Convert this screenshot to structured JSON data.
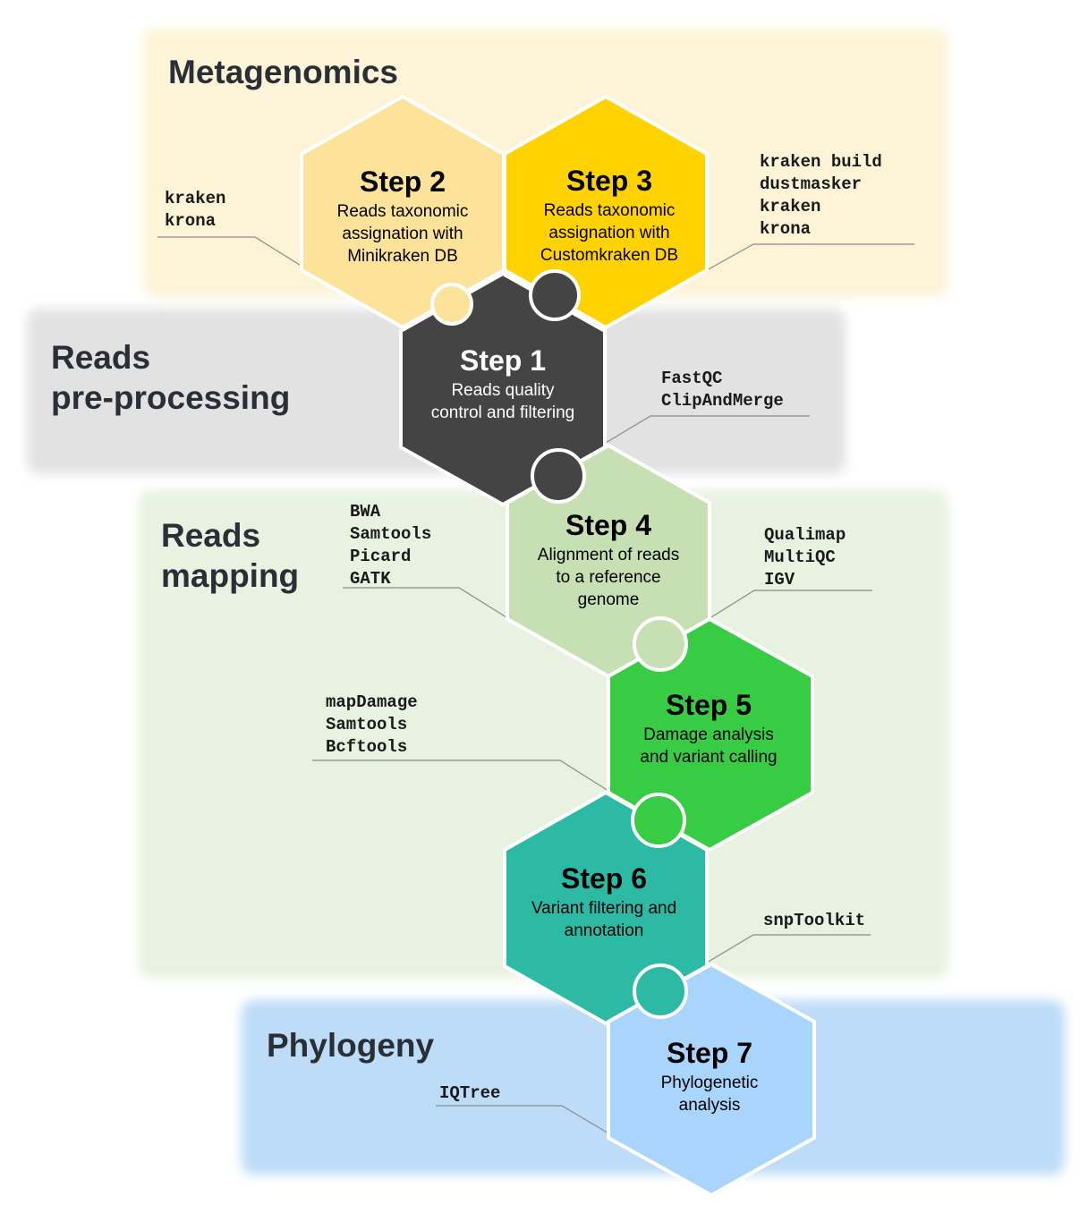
{
  "sections": {
    "metagenomics": "Metagenomics",
    "preprocessing": [
      "Reads",
      "pre-processing"
    ],
    "mapping": [
      "Reads",
      "mapping"
    ],
    "phylogeny": "Phylogeny"
  },
  "colors": {
    "metagenomics_bg": "#fdf3d6",
    "preprocessing_bg": "#e2e2e2",
    "mapping_bg": "#e7f2e0",
    "phylogeny_bg": "#bcdcf8",
    "step1": "#444444",
    "step2": "#fde39a",
    "step3": "#ffd200",
    "step4": "#c6e0b4",
    "step5": "#38cc44",
    "step6": "#2dbaa4",
    "step7": "#a9d4fb"
  },
  "steps": [
    {
      "title": "Step 1",
      "desc": [
        "Reads quality",
        "control and filtering"
      ]
    },
    {
      "title": "Step 2",
      "desc": [
        "Reads taxonomic",
        "assignation with",
        "Minikraken DB"
      ]
    },
    {
      "title": "Step 3",
      "desc": [
        "Reads taxonomic",
        "assignation with",
        "Customkraken DB"
      ]
    },
    {
      "title": "Step 4",
      "desc": [
        "Alignment of reads",
        "to a reference",
        "genome"
      ]
    },
    {
      "title": "Step 5",
      "desc": [
        "Damage analysis",
        "and variant calling"
      ]
    },
    {
      "title": "Step 6",
      "desc": [
        "Variant filtering and",
        "annotation"
      ]
    },
    {
      "title": "Step 7",
      "desc": [
        "Phylogenetic",
        "analysis"
      ]
    }
  ],
  "tools": {
    "step2": [
      "kraken",
      "krona"
    ],
    "step3": [
      "kraken build",
      "dustmasker",
      "kraken",
      "krona"
    ],
    "step1": [
      "FastQC",
      "ClipAndMerge"
    ],
    "step4": [
      "BWA",
      "Samtools",
      "Picard",
      "GATK"
    ],
    "step4_qc": [
      "Qualimap",
      "MultiQC",
      "IGV"
    ],
    "step5": [
      "mapDamage",
      "Samtools",
      "Bcftools"
    ],
    "step6": [
      "snpToolkit"
    ],
    "step7": [
      "IQTree"
    ]
  }
}
